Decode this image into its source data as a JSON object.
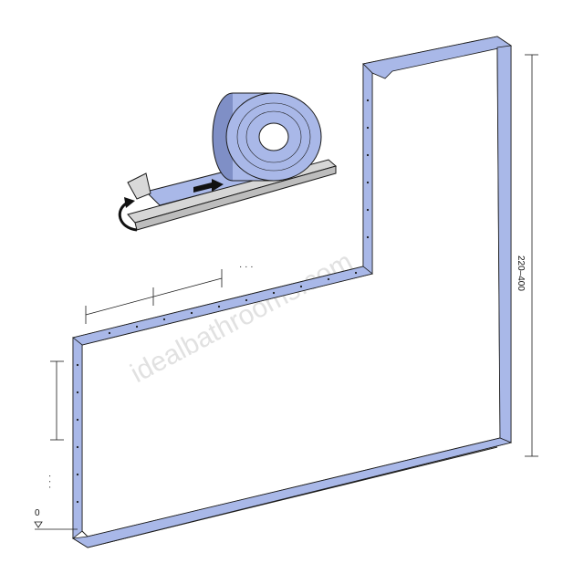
{
  "diagram": {
    "height_dimension": "220–400",
    "zero_level_label": "0",
    "continuation_marks": "· · ·",
    "watermark": "idealbathrooms.com"
  },
  "colors": {
    "tape": "#a9b8e8",
    "tape_dark": "#7f8fc6",
    "frame": "#cfcfcf",
    "line": "#1a1a1a"
  },
  "icons": {
    "direction": "arrow-right-icon",
    "peel": "curved-arrow-icon"
  }
}
